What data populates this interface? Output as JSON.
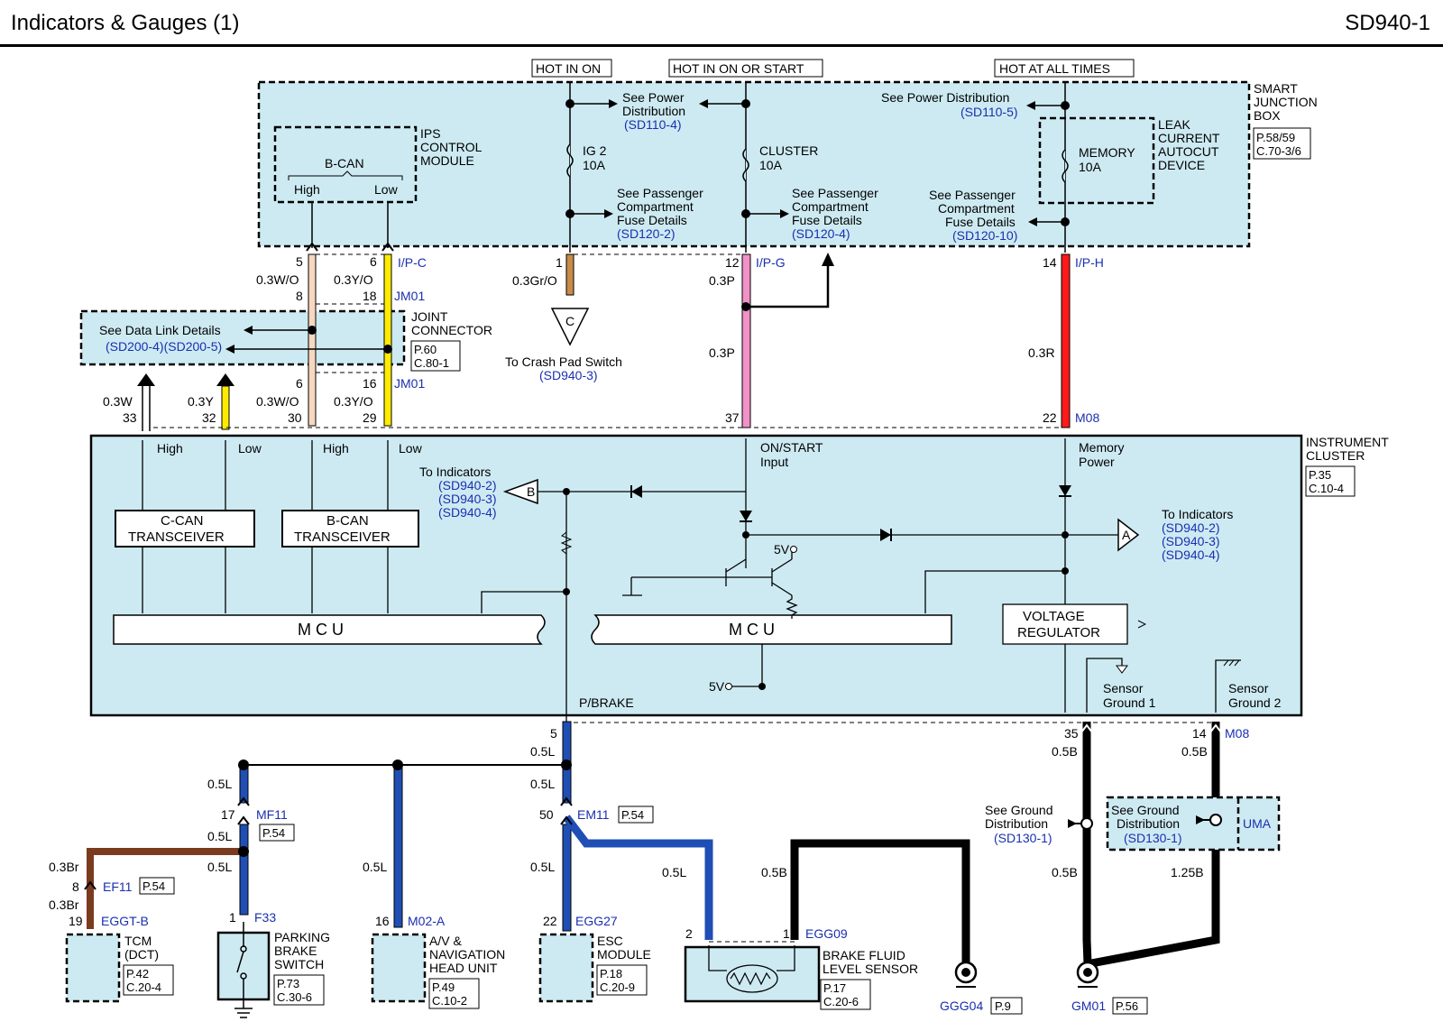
{
  "header": {
    "title": "Indicators & Gauges (1)",
    "code": "SD940-1"
  },
  "labels": {
    "hot_in_on": "HOT IN ON",
    "hot_in_on_start": "HOT IN ON OR START",
    "hot_all": "HOT AT ALL TIMES",
    "sjb1": "SMART",
    "sjb2": "JUNCTION",
    "sjb3": "BOX",
    "sjb_p": "P.58/59",
    "sjb_c": "C.70-3/6",
    "ips1": "IPS",
    "ips2": "CONTROL",
    "ips3": "MODULE",
    "bcan": "B-CAN",
    "high": "High",
    "low": "Low",
    "see_power": "See Power",
    "distribution": "Distribution",
    "sd110_4": "(SD110-4)",
    "see_power_dist": "See Power Distribution",
    "sd110_5": "(SD110-5)",
    "ig2": "IG 2",
    "a10": "10A",
    "cluster_fuse": "CLUSTER",
    "memory_fuse": "MEMORY",
    "leak1": "LEAK",
    "leak2": "CURRENT",
    "leak3": "AUTOCUT",
    "leak4": "DEVICE",
    "see_pass": "See Passenger",
    "compartment": "Compartment",
    "fuse_details": "Fuse Details",
    "sd120_2": "(SD120-2)",
    "sd120_4": "(SD120-4)",
    "sd120_10": "(SD120-10)",
    "ipc": "I/P-C",
    "ipg": "I/P-G",
    "iph": "I/P-H",
    "jm01": "JM01",
    "m08": "M08",
    "w03wo": "0.3W/O",
    "w03yo": "0.3Y/O",
    "w03gro": "0.3Gr/O",
    "w03p": "0.3P",
    "w03r": "0.3R",
    "w03w": "0.3W",
    "w03y": "0.3Y",
    "jc1": "JOINT",
    "jc2": "CONNECTOR",
    "jc_p": "P.60",
    "jc_c": "C.80-1",
    "see_dl": "See Data Link Details",
    "sd200": "(SD200-4)(SD200-5)",
    "c_tri": "C",
    "to_crash": "To Crash Pad Switch",
    "sd940_3": "(SD940-3)",
    "ic1": "INSTRUMENT",
    "ic2": "CLUSTER",
    "ic_p": "P.35",
    "ic_c": "C.10-4",
    "on_start": "ON/START",
    "input": "Input",
    "mem_power": "Memory",
    "power": "Power",
    "to_ind": "To Indicators",
    "sd940_2": "(SD940-2)",
    "sd940_4": "(SD940-4)",
    "b_tri": "B",
    "a_tri": "A",
    "ccan1": "C-CAN",
    "trans": "TRANSCEIVER",
    "bcan1": "B-CAN",
    "mcu": "M   C   U",
    "v5": "5V",
    "volt1": "VOLTAGE",
    "volt2": "REGULATOR",
    "sg1a": "Sensor",
    "sg1b": "Ground 1",
    "sg2b": "Ground 2",
    "pbrake": "P/BRAKE",
    "w05l": "0.5L",
    "w05b": "0.5B",
    "w03br": "0.3Br",
    "w125b": "1.25B",
    "mf11": "MF11",
    "p54": "P.54",
    "em11": "EM11",
    "ef11": "EF11",
    "eggtb": "EGGT-B",
    "f33": "F33",
    "m02a": "M02-A",
    "egg27": "EGG27",
    "egg09": "EGG09",
    "see_gd1": "See Ground",
    "see_gd2": "Distribution",
    "sd130_1": "(SD130-1)",
    "uma": "UMA",
    "tcm1": "TCM",
    "tcm2": "(DCT)",
    "tcm_p": "P.42",
    "tcm_c": "C.20-4",
    "pbs1": "PARKING",
    "pbs2": "BRAKE",
    "pbs3": "SWITCH",
    "pbs_p": "P.73",
    "pbs_c": "C.30-6",
    "av1": "A/V &",
    "av2": "NAVIGATION",
    "av3": "HEAD UNIT",
    "av_p": "P.49",
    "av_c": "C.10-2",
    "esc1": "ESC",
    "esc2": "MODULE",
    "esc_p": "P.18",
    "esc_c": "C.20-9",
    "bfl1": "BRAKE FLUID",
    "bfl2": "LEVEL SENSOR",
    "bfl_p": "P.17",
    "bfl_c": "C.20-6",
    "ggg04": "GGG04",
    "p9": "P.9",
    "gm01": "GM01",
    "p56": "P.56",
    "n1": "1",
    "n2": "2",
    "n5": "5",
    "n6": "6",
    "n8": "8",
    "n12": "12",
    "n14": "14",
    "n16": "16",
    "n17": "17",
    "n18": "18",
    "n19": "19",
    "n22": "22",
    "n29": "29",
    "n30": "30",
    "n32": "32",
    "n33": "33",
    "n35": "35",
    "n37": "37",
    "n50": "50"
  }
}
